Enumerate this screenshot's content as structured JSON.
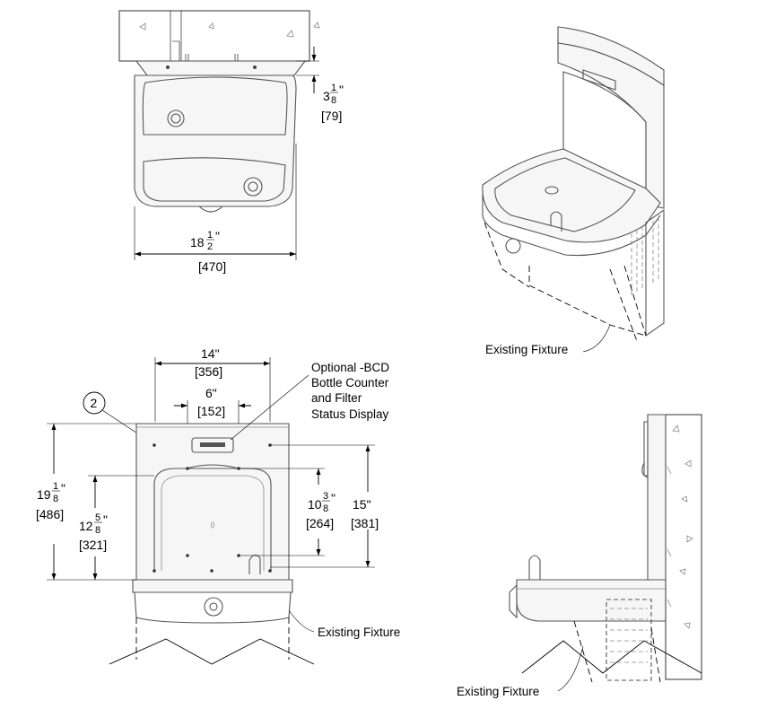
{
  "top_view": {
    "depth_whole": "3",
    "depth_num": "1",
    "depth_den": "8",
    "depth_in_mark": "\"",
    "depth_mm": "[79]",
    "width_whole": "18",
    "width_num": "1",
    "width_den": "2",
    "width_in_mark": "\"",
    "width_mm": "[470]"
  },
  "iso_view": {
    "existing_fixture": "Existing Fixture"
  },
  "front_view": {
    "span14": "14\"",
    "span14_mm": "[356]",
    "span6": "6\"",
    "span6_mm": "[152]",
    "callout_number": "2",
    "optional_bcd": [
      "Optional -BCD",
      "Bottle Counter",
      "and Filter",
      "Status Display"
    ],
    "h19_whole": "19",
    "h19_num": "1",
    "h19_den": "8",
    "h19_in_mark": "\"",
    "h19_mm": "[486]",
    "h12_whole": "12",
    "h12_num": "5",
    "h12_den": "8",
    "h12_in_mark": "\"",
    "h12_mm": "[321]",
    "h10_whole": "10",
    "h10_num": "3",
    "h10_den": "8",
    "h10_in_mark": "\"",
    "h10_mm": "[264]",
    "h15": "15\"",
    "h15_mm": "[381]",
    "existing_fixture": "Existing Fixture"
  },
  "side_view": {
    "existing_fixture": "Existing Fixture"
  }
}
